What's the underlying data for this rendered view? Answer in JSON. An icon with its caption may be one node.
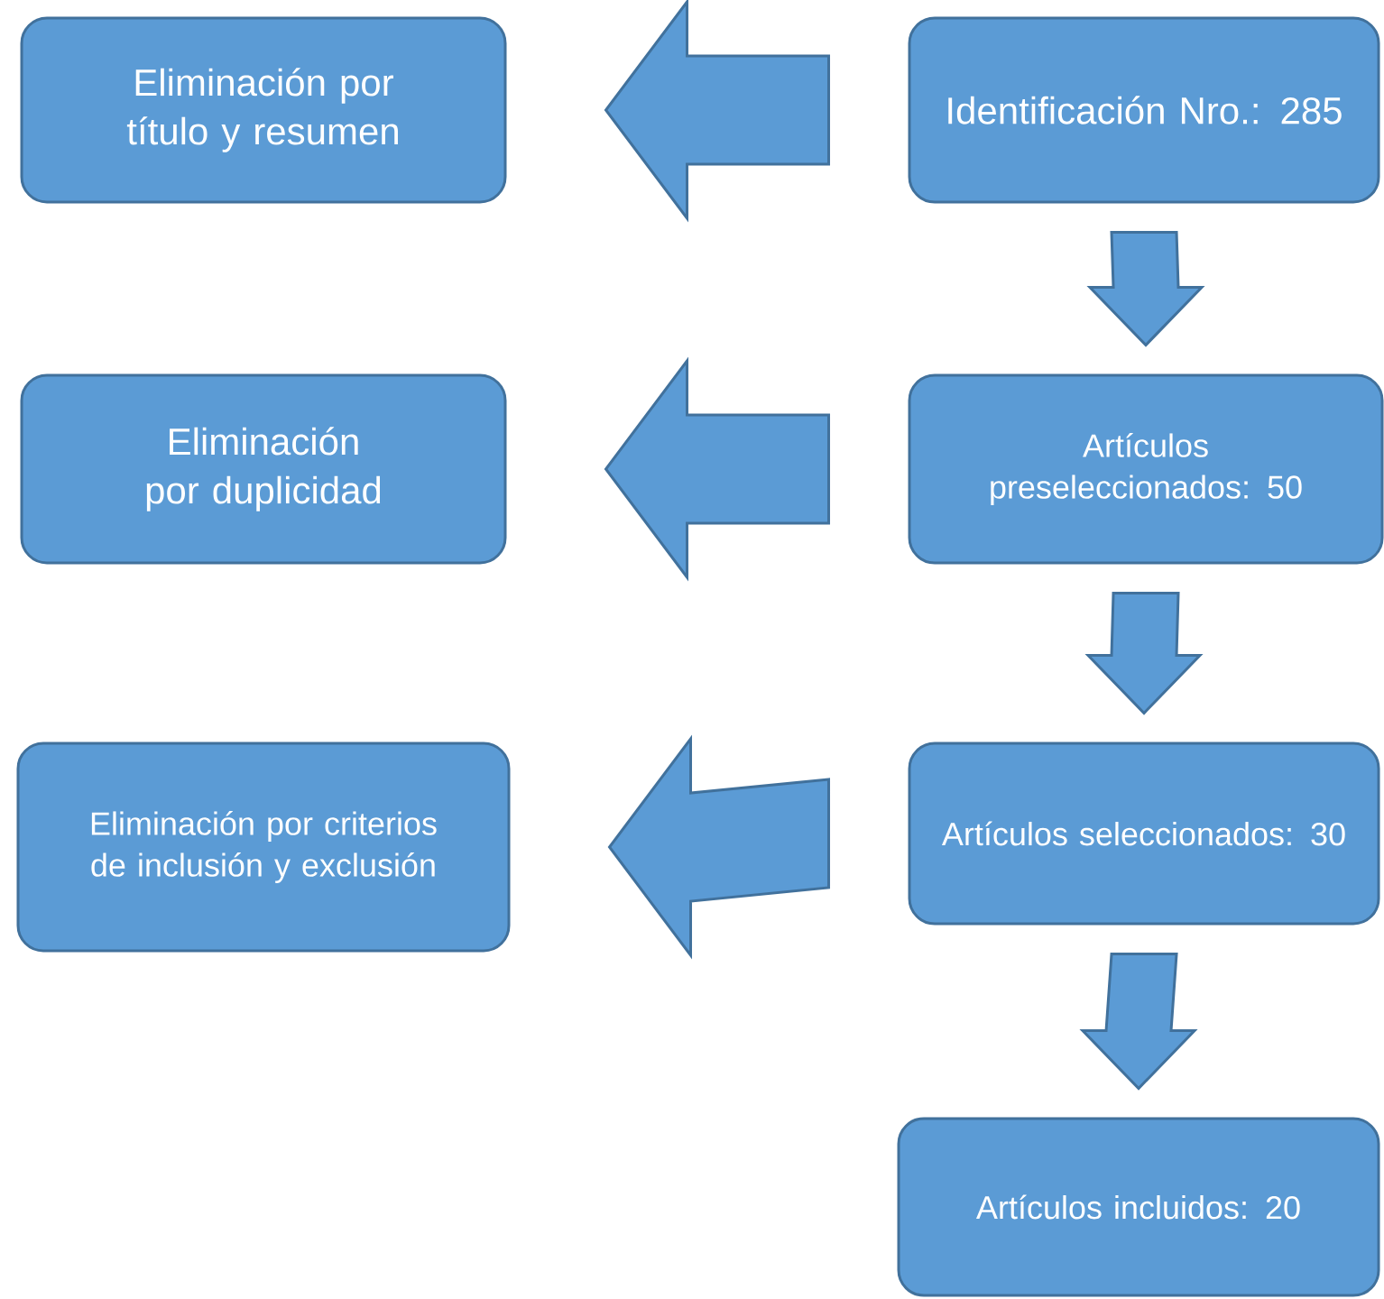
{
  "diagram": {
    "nodes": [
      {
        "text": [
          "Eliminación por título y resumen"
        ]
      },
      {
        "text": [
          "Identificación Nro.: 285"
        ]
      },
      {
        "text": [
          "Eliminación por duplicidad"
        ]
      },
      {
        "text": [
          "Artículos preseleccionados: 50"
        ]
      },
      {
        "text": [
          "Eliminación por criterios de inclusión y exclusión"
        ]
      },
      {
        "text": [
          "Artículos seleccionados: 30"
        ]
      },
      {
        "text": [
          "Artículos incluidos: 20"
        ]
      }
    ],
    "edges": [
      {
        "from": 1,
        "to": 0,
        "arrow": "to"
      },
      {
        "from": 1,
        "to": 3,
        "arrow": "to"
      },
      {
        "from": 3,
        "to": 2,
        "arrow": "to"
      },
      {
        "from": 3,
        "to": 5,
        "arrow": "to"
      },
      {
        "from": 5,
        "to": 4,
        "arrow": "to"
      },
      {
        "from": 5,
        "to": 6,
        "arrow": "to"
      }
    ]
  }
}
